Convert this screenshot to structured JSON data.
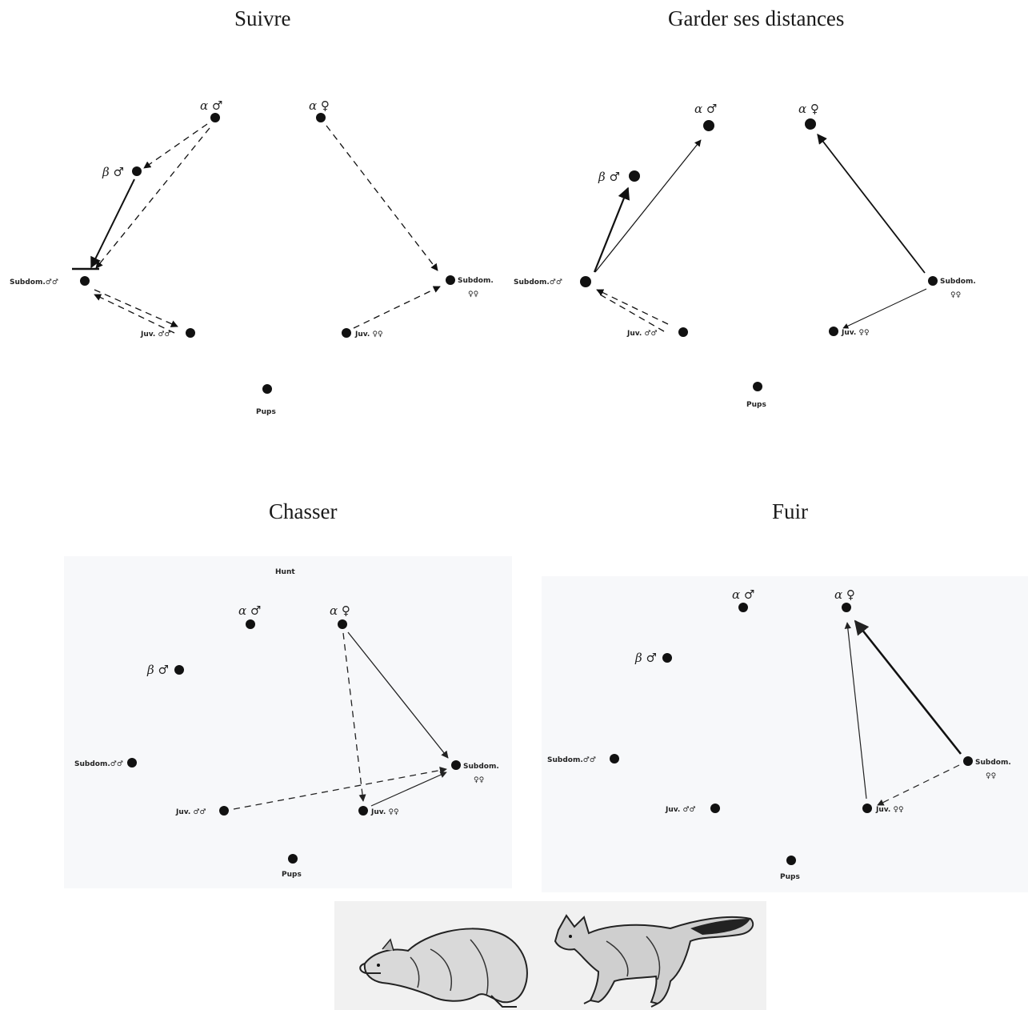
{
  "titles": [
    "Suivre",
    "Garder ses distances",
    "Chasser",
    "Fuir"
  ],
  "labels": {
    "alpha_m": "α ♂",
    "alpha_f": "α ♀",
    "beta_m": "β ♂",
    "subdom_m": "Subdom.♂♂",
    "subdom_f": "Subdom.",
    "ff": "♀♀",
    "juv_m": "Juv. ♂♂",
    "juv_f": "Juv. ♀♀",
    "pups": "Pups",
    "hunt": "Hunt"
  },
  "colors": {
    "ink": "#111111",
    "panel_bg": "#f7f8fa"
  },
  "illustration": {
    "name": "two-wolves-drawing"
  }
}
